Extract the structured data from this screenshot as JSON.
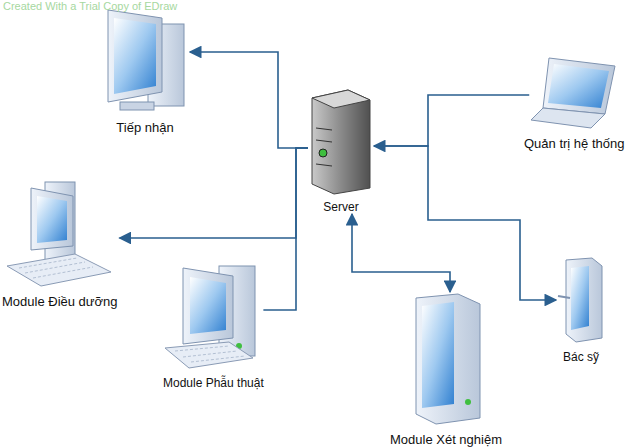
{
  "diagram": {
    "nodes": [
      {
        "text": [
          "Tiếp nhận"
        ]
      },
      {
        "text": [
          "Server"
        ]
      },
      {
        "text": [
          "Quản trị hệ thống"
        ]
      },
      {
        "text": [
          "Module Điều dưỡng"
        ]
      },
      {
        "text": [
          "Module Phẫu thuật"
        ]
      },
      {
        "text": [
          "Module Xét nghiệm"
        ]
      },
      {
        "text": [
          "Bác sỹ"
        ]
      }
    ],
    "edges": [
      {
        "from": 1,
        "to": 0,
        "arrow": "to"
      },
      {
        "from": 1,
        "to": 3,
        "arrow": "to"
      },
      {
        "from": 1,
        "to": 4,
        "arrow": "none"
      },
      {
        "from": 2,
        "to": 1,
        "arrow": "to"
      },
      {
        "from": 1,
        "to": 5,
        "arrow": "both"
      },
      {
        "from": 1,
        "to": 6,
        "arrow": "to"
      }
    ],
    "labels": [
      "Created With a Trial Copy of EDraw"
    ]
  }
}
